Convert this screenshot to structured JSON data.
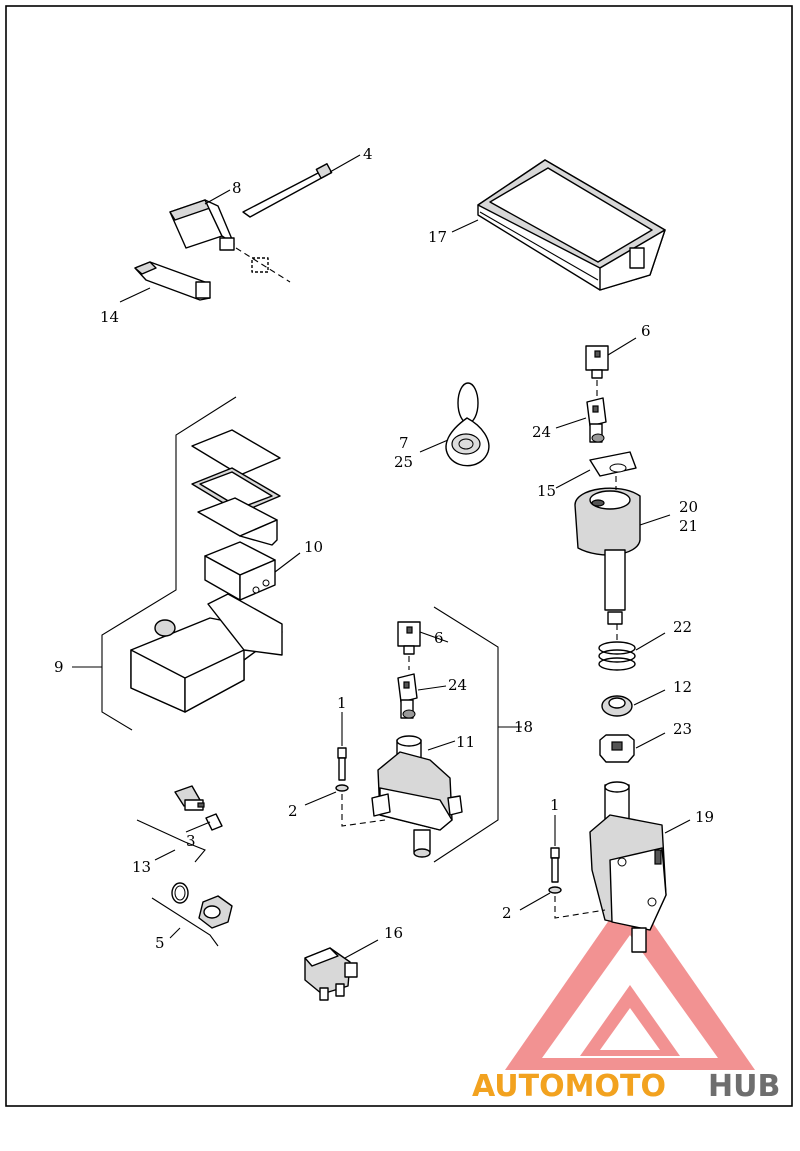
{
  "callouts": {
    "c1a": "1",
    "c1b": "1",
    "c2a": "2",
    "c2b": "2",
    "c3": "3",
    "c4": "4",
    "c5": "5",
    "c6a": "6",
    "c6b": "6",
    "c7": "7",
    "c8": "8",
    "c9": "9",
    "c10": "10",
    "c11": "11",
    "c12": "12",
    "c13": "13",
    "c14": "14",
    "c15": "15",
    "c16": "16",
    "c17": "17",
    "c18": "18",
    "c19": "19",
    "c20": "20",
    "c21": "21",
    "c22": "22",
    "c23": "23",
    "c24a": "24",
    "c24b": "24",
    "c25": "25"
  },
  "watermark": {
    "part1": "AUTOMOTO",
    "part2": "HUB",
    "color_primary": "#f2a21f",
    "color_secondary": "#6e6e6e",
    "triangle_color": "#f08080"
  }
}
